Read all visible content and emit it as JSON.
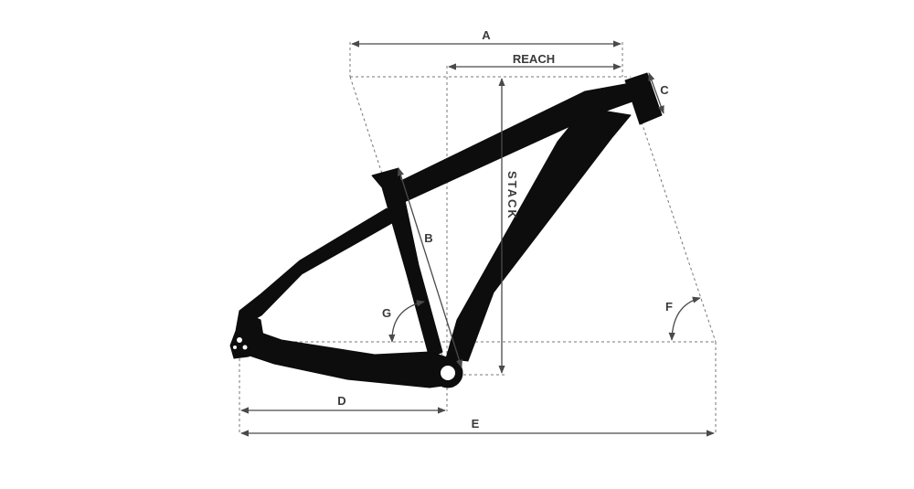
{
  "diagram": {
    "labels": {
      "a": "A",
      "reach": "REACH",
      "c": "C",
      "stack": "STACK",
      "b": "B",
      "g": "G",
      "f": "F",
      "d": "D",
      "e": "E"
    },
    "colors": {
      "frame": "#0d0d0d",
      "dimension_line": "#4a4a4a",
      "guide_line": "#777777",
      "label": "#3a3a3a",
      "background": "#ffffff"
    }
  }
}
